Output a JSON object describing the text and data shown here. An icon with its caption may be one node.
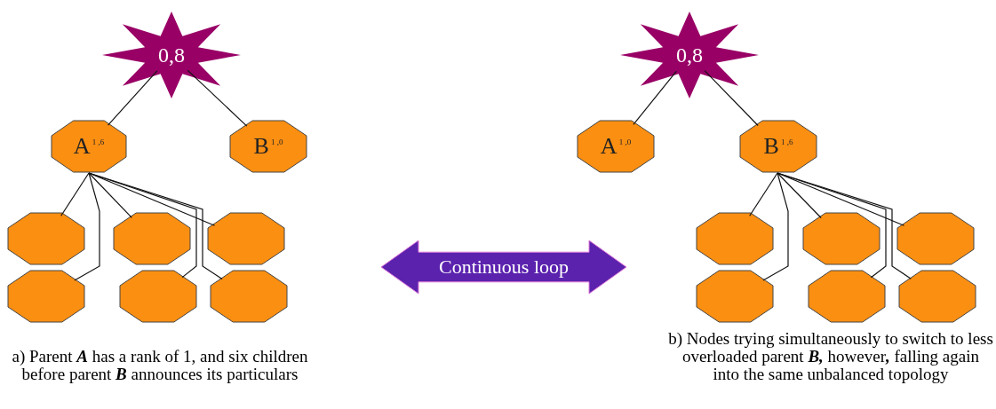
{
  "diagram": {
    "nodes": [
      {
        "text": [
          "0,8"
        ]
      },
      {
        "text": [
          "A$^{1 ,6}$"
        ]
      },
      {
        "text": [
          "B$^{1 ,0}$"
        ]
      },
      {
        "text": [],
        "shape": "octagon"
      },
      {
        "text": [],
        "shape": "octagon"
      },
      {
        "text": [],
        "shape": "octagon"
      },
      {
        "text": [],
        "shape": "octagon"
      },
      {
        "text": [],
        "shape": "octagon"
      },
      {
        "text": [],
        "shape": "octagon"
      },
      {
        "text": [
          "0,8"
        ]
      },
      {
        "text": [
          "A$^{1 ,0}$"
        ]
      },
      {
        "text": [
          "B$^{1 ,6}$"
        ]
      },
      {
        "text": [],
        "shape": "octagon"
      },
      {
        "text": [],
        "shape": "octagon"
      },
      {
        "text": [],
        "shape": "octagon"
      },
      {
        "text": [],
        "shape": "octagon"
      },
      {
        "text": [],
        "shape": "octagon"
      },
      {
        "text": [],
        "shape": "octagon"
      },
      {
        "text": [
          "Continuous loop"
        ]
      }
    ],
    "edges": [
      {
        "from": 0,
        "to": 1,
        "arrow": "none"
      },
      {
        "from": 0,
        "to": 2,
        "arrow": "none"
      },
      {
        "from": 1,
        "to": 3,
        "arrow": "none"
      },
      {
        "from": 1,
        "to": 6,
        "arrow": "none"
      },
      {
        "from": 1,
        "to": 4,
        "arrow": "none"
      },
      {
        "from": 1,
        "to": 7,
        "arrow": "none"
      },
      {
        "from": 1,
        "to": 5,
        "arrow": "none"
      },
      {
        "from": 1,
        "to": 8,
        "arrow": "none"
      },
      {
        "from": 9,
        "to": 10,
        "arrow": "none"
      },
      {
        "from": 9,
        "to": 11,
        "arrow": "none"
      },
      {
        "from": 11,
        "to": 12,
        "arrow": "none"
      },
      {
        "from": 11,
        "to": 15,
        "arrow": "none"
      },
      {
        "from": 11,
        "to": 13,
        "arrow": "none"
      },
      {
        "from": 11,
        "to": 16,
        "arrow": "none"
      },
      {
        "from": 11,
        "to": 14,
        "arrow": "none"
      },
      {
        "from": 11,
        "to": 17,
        "arrow": "none"
      }
    ],
    "labels": [
      "a) Parent **A** has a rank of 1, and six children before parent **B** announces its particulars",
      "b) Nodes trying simultaneously to switch to less overloaded parent **B,** however**,** falling again into the same unbalanced topology"
    ]
  }
}
